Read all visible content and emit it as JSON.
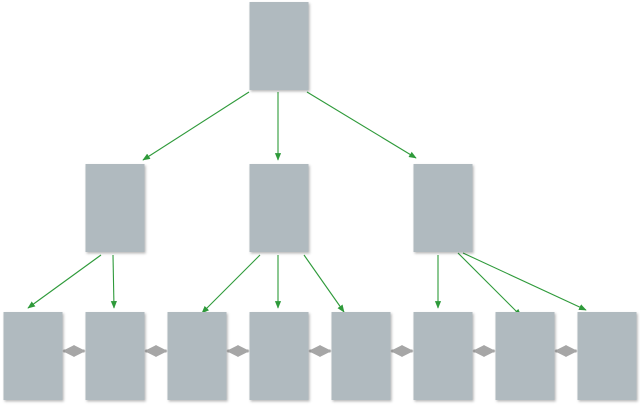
{
  "diagram": {
    "type": "tree",
    "node_count": 12,
    "levels": [
      {
        "level": 0,
        "nodes": [
          "root"
        ]
      },
      {
        "level": 1,
        "nodes": [
          "mid-left",
          "mid-center",
          "mid-right"
        ]
      },
      {
        "level": 2,
        "nodes": [
          "leaf-1",
          "leaf-2",
          "leaf-3",
          "leaf-4",
          "leaf-5",
          "leaf-6",
          "leaf-7",
          "leaf-8"
        ]
      }
    ],
    "edges": [
      {
        "from": "root",
        "to": "mid-left"
      },
      {
        "from": "root",
        "to": "mid-center"
      },
      {
        "from": "root",
        "to": "mid-right"
      },
      {
        "from": "mid-left",
        "to": "leaf-1"
      },
      {
        "from": "mid-left",
        "to": "leaf-2"
      },
      {
        "from": "mid-center",
        "to": "leaf-3"
      },
      {
        "from": "mid-center",
        "to": "leaf-4"
      },
      {
        "from": "mid-center",
        "to": "leaf-5"
      },
      {
        "from": "mid-right",
        "to": "leaf-6"
      },
      {
        "from": "mid-right",
        "to": "leaf-7"
      },
      {
        "from": "mid-right",
        "to": "leaf-8"
      }
    ],
    "sibling_links": [
      [
        "leaf-1",
        "leaf-2"
      ],
      [
        "leaf-2",
        "leaf-3"
      ],
      [
        "leaf-3",
        "leaf-4"
      ],
      [
        "leaf-4",
        "leaf-5"
      ],
      [
        "leaf-5",
        "leaf-6"
      ],
      [
        "leaf-6",
        "leaf-7"
      ],
      [
        "leaf-7",
        "leaf-8"
      ]
    ],
    "colors": {
      "node_fill": "#b0babf",
      "edge": "#2e9a3a",
      "sibling_link": "#a6a6a6"
    }
  }
}
